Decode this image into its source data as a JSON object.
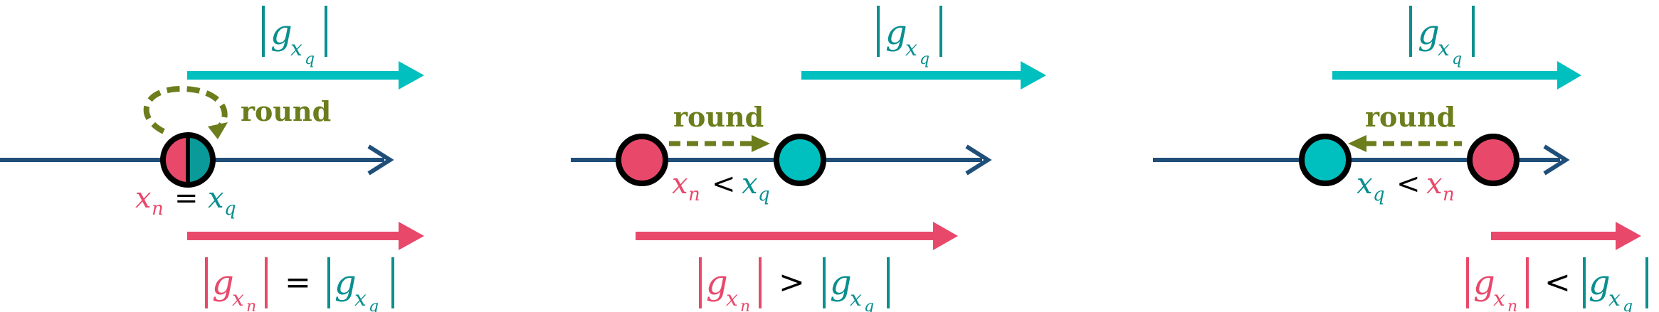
{
  "colors": {
    "axis": "#1f4e79",
    "x_n": "#e8496b",
    "x_q": "#00bfbf",
    "x_q_text": "#0a8f8f",
    "round": "#6b7d1c",
    "text": "#000000"
  },
  "panels": [
    {
      "round_label": "round",
      "relation": {
        "left": "x_n",
        "op": "=",
        "right": "x_q"
      },
      "grad_relation": {
        "left": "|g_{x_n}|",
        "op": "=",
        "right": "|g_{x_q}|"
      },
      "top_grad": "|g_{x_q}|"
    },
    {
      "round_label": "round",
      "relation": {
        "left": "x_n",
        "op": "<",
        "right": "x_q"
      },
      "grad_relation": {
        "left": "|g_{x_n}|",
        "op": ">",
        "right": "|g_{x_q}|"
      },
      "top_grad": "|g_{x_q}|"
    },
    {
      "round_label": "round",
      "relation": {
        "left": "x_q",
        "op": "<",
        "right": "x_n"
      },
      "grad_relation": {
        "left": "|g_{x_n}|",
        "op": "<",
        "right": "|g_{x_q}|"
      },
      "top_grad": "|g_{x_q}|"
    }
  ]
}
